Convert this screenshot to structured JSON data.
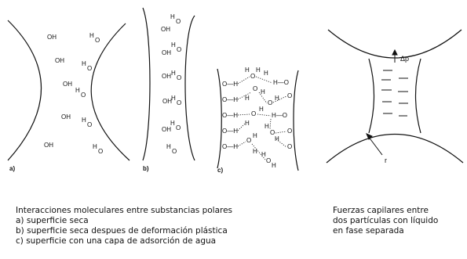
{
  "panels": {
    "a": "a)",
    "b": "b)",
    "c": "c)"
  },
  "groups": {
    "oh": "OH",
    "o": "O",
    "h": "H",
    "o_h": "O—H",
    "h_o": "H—O"
  },
  "capillary": {
    "pressure_label": "Δp",
    "radius_label": "r"
  },
  "captions": {
    "left": [
      "Interacciones moleculares entre substancias polares",
      "a) superficie seca",
      "b) superficie seca despues de deformación plástica",
      "c) superficie con una capa de adsorción de agua"
    ],
    "right": [
      "Fuerzas capilares entre",
      "dos partículas con líquido",
      "en fase separada"
    ]
  }
}
